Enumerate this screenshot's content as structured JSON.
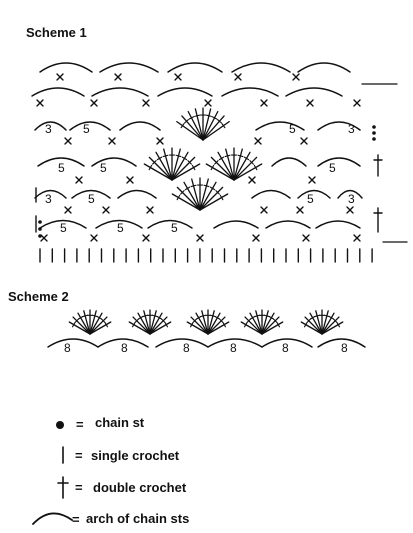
{
  "scheme1": {
    "title": "Scheme 1",
    "numbers": [
      "3",
      "5",
      "5",
      "3",
      "5",
      "5",
      "5",
      "3",
      "5",
      "5",
      "3",
      "5",
      "5",
      "5"
    ]
  },
  "scheme2": {
    "title": "Scheme 2",
    "numbers": [
      "8",
      "8",
      "8",
      "8",
      "8",
      "8"
    ]
  },
  "legend": {
    "chain": {
      "eq": "=",
      "label": "chain st"
    },
    "single": {
      "eq": "=",
      "label": "single crochet"
    },
    "double": {
      "eq": "=",
      "label": "double crochet"
    },
    "arch": {
      "eq": "=",
      "label": "arch of chain sts"
    }
  }
}
